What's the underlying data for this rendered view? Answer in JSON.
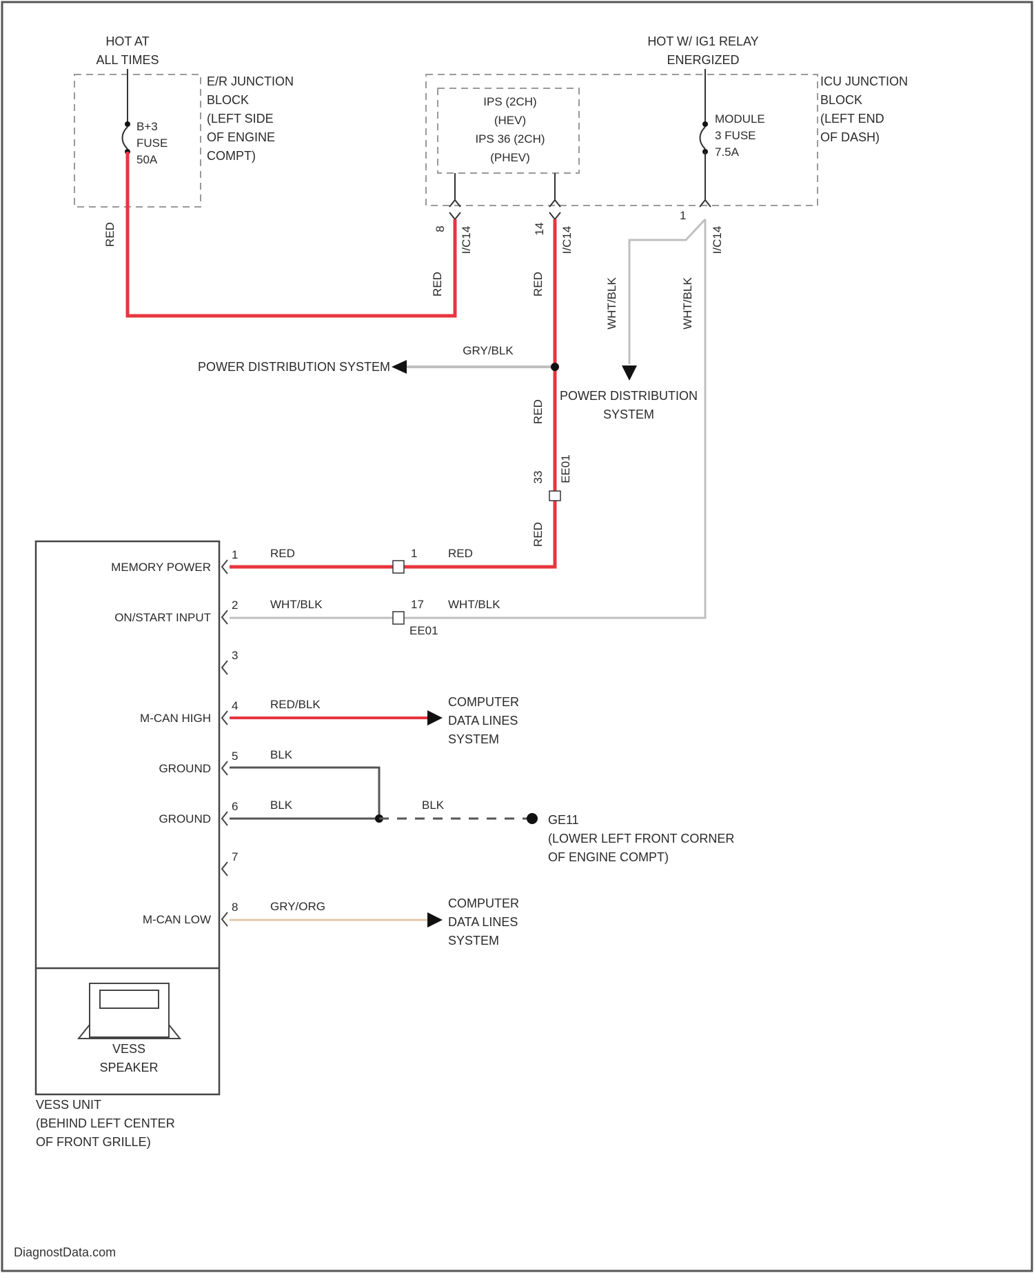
{
  "colors": {
    "red_wire": "#e8353f",
    "gray_wire": "#bfbfbf",
    "black_wire": "#555555",
    "tan_wire": "#e3c7a8",
    "outline": "#333333"
  },
  "sources": {
    "hot_at_all_times": [
      "HOT AT",
      "ALL TIMES"
    ],
    "hot_relay": [
      "HOT W/ IG1 RELAY",
      "ENERGIZED"
    ]
  },
  "er_junction_block": {
    "label": [
      "E/R JUNCTION",
      "BLOCK",
      "(LEFT SIDE",
      "OF ENGINE",
      "COMPT)"
    ],
    "fuse": [
      "B+3",
      "FUSE",
      "50A"
    ]
  },
  "ips": {
    "label": [
      "IPS (2CH)",
      "(HEV)",
      "IPS 36 (2CH)",
      "(PHEV)"
    ]
  },
  "icu_junction_block": {
    "label": [
      "ICU JUNCTION",
      "BLOCK",
      "(LEFT END",
      "OF DASH)"
    ],
    "fuse": [
      "MODULE",
      "3 FUSE",
      "7.5A"
    ]
  },
  "connectors": {
    "ips_pin_left": "8",
    "ips_conn_left": "I/C14",
    "ips_pin_right": "14",
    "ips_conn_right": "I/C14",
    "icu_pin": "1",
    "icu_conn": "I/C14",
    "mid_pin": "33",
    "mid_conn": "EE01",
    "ee_pin_1": "1",
    "ee_pin_17": "17",
    "ee_conn": "EE01"
  },
  "wires": {
    "red": "RED",
    "gry_blk": "GRY/BLK",
    "wht_blk": "WHT/BLK",
    "red_blk": "RED/BLK",
    "blk": "BLK",
    "gry_org": "GRY/ORG"
  },
  "destinations": {
    "power_dist_left": "POWER DISTRIBUTION SYSTEM",
    "power_dist_right": [
      "POWER DISTRIBUTION",
      "SYSTEM"
    ],
    "computer_data_high": [
      "COMPUTER",
      "DATA LINES",
      "SYSTEM"
    ],
    "computer_data_low": [
      "COMPUTER",
      "DATA LINES",
      "SYSTEM"
    ],
    "ground_point": [
      "GE11",
      "(LOWER LEFT FRONT CORNER",
      "OF ENGINE COMPT)"
    ]
  },
  "vess_unit": {
    "pins": [
      {
        "num": "1",
        "label": "MEMORY POWER"
      },
      {
        "num": "2",
        "label": "ON/START INPUT"
      },
      {
        "num": "3",
        "label": ""
      },
      {
        "num": "4",
        "label": "M-CAN HIGH"
      },
      {
        "num": "5",
        "label": "GROUND"
      },
      {
        "num": "6",
        "label": "GROUND"
      },
      {
        "num": "7",
        "label": ""
      },
      {
        "num": "8",
        "label": "M-CAN LOW"
      }
    ],
    "speaker": [
      "VESS",
      "SPEAKER"
    ],
    "caption": [
      "VESS UNIT",
      "(BEHIND LEFT CENTER",
      "OF FRONT GRILLE)"
    ]
  },
  "footer": "DiagnostData.com"
}
